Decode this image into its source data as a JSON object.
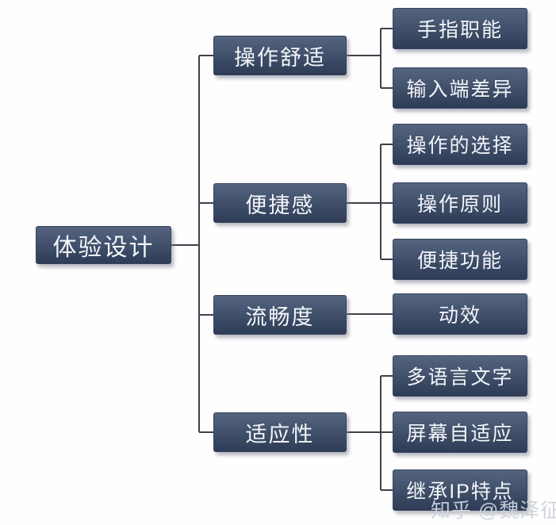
{
  "diagram": {
    "root": {
      "label": "体验设计"
    },
    "branches": [
      {
        "label": "操作舒适",
        "children": [
          {
            "label": "手指职能"
          },
          {
            "label": "输入端差异"
          }
        ]
      },
      {
        "label": "便捷感",
        "children": [
          {
            "label": "操作的选择"
          },
          {
            "label": "操作原则"
          },
          {
            "label": "便捷功能"
          }
        ]
      },
      {
        "label": "流畅度",
        "children": [
          {
            "label": "动效"
          }
        ]
      },
      {
        "label": "适应性",
        "children": [
          {
            "label": "多语言文字"
          },
          {
            "label": "屏幕自适应"
          },
          {
            "label": "继承IP特点"
          }
        ]
      }
    ]
  },
  "watermark": {
    "text": "知乎 @魏泽征"
  },
  "colors": {
    "node_gradient_top": "#55647f",
    "node_gradient_bottom": "#2e3c56",
    "node_text": "#f3f6f9",
    "connector_line": "#3d424b",
    "background": "#fefefe",
    "watermark_text": "#ced3da"
  }
}
